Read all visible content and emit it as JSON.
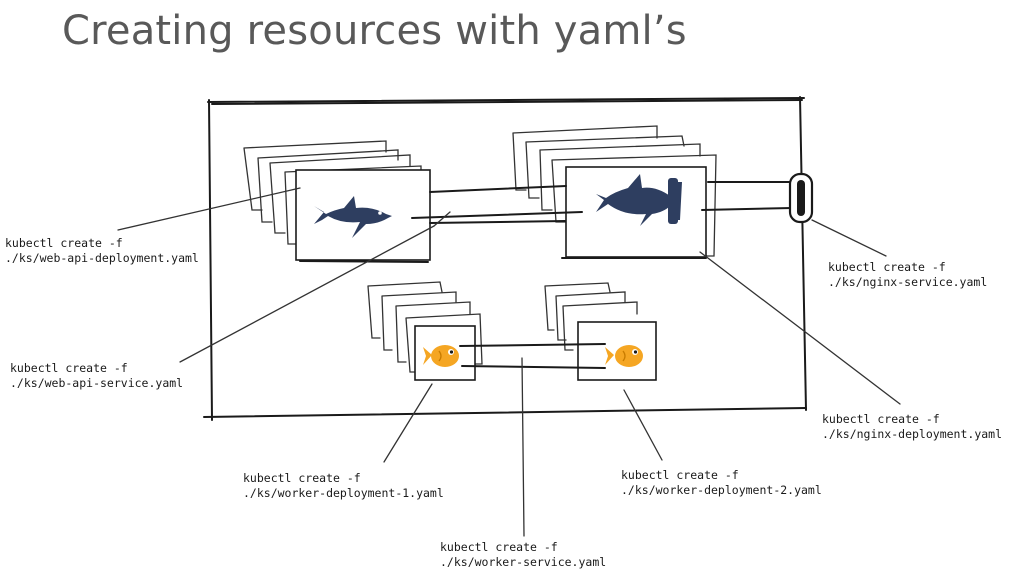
{
  "title": "Creating resources with yaml’s",
  "commands": {
    "web_api_deployment": {
      "line1": "kubectl create -f",
      "line2": "./ks/web-api-deployment.yaml"
    },
    "web_api_service": {
      "line1": "kubectl create -f",
      "line2": "./ks/web-api-service.yaml"
    },
    "nginx_service": {
      "line1": "kubectl create -f",
      "line2": "./ks/nginx-service.yaml"
    },
    "nginx_deployment": {
      "line1": "kubectl create -f",
      "line2": "./ks/nginx-deployment.yaml"
    },
    "worker_deployment_1": {
      "line1": "kubectl create -f",
      "line2": "./ks/worker-deployment-1.yaml"
    },
    "worker_deployment_2": {
      "line1": "kubectl create -f",
      "line2": "./ks/worker-deployment-2.yaml"
    },
    "worker_service": {
      "line1": "kubectl create -f",
      "line2": "./ks/worker-service.yaml"
    }
  },
  "icons": {
    "web_api_pod": "shark-icon",
    "nginx_pod": "hammerhead-shark-icon",
    "worker_pod_1": "goldfish-icon",
    "worker_pod_2": "goldfish-icon",
    "service_endpoint": "external-connector-icon"
  },
  "colors": {
    "shark": "#2e3e60",
    "fish": "#f5a623",
    "title": "#595959",
    "ink": "#1a1a1a"
  }
}
